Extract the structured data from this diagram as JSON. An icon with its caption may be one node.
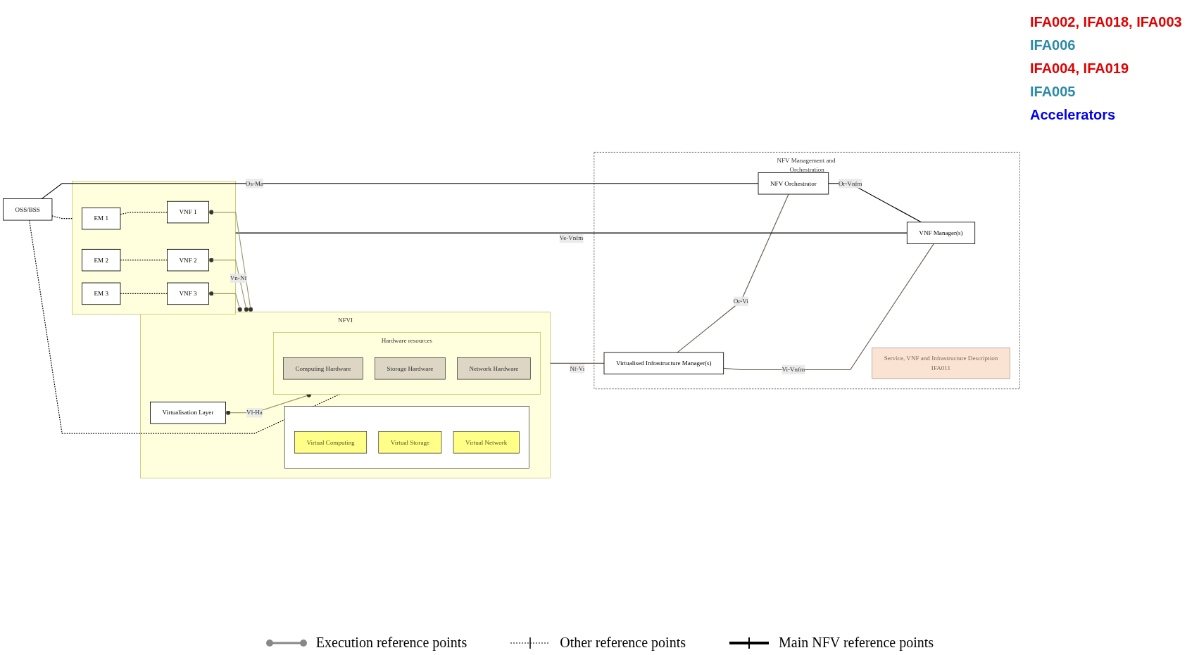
{
  "diagram": {
    "nodes": [
      {
        "text": [
          "OSS/BSS"
        ]
      },
      {
        "text": [],
        "shape": "box"
      },
      {
        "text": [
          "EM 1"
        ],
        "in": 1
      },
      {
        "text": [
          "EM 2"
        ],
        "in": 1
      },
      {
        "text": [
          "EM 3"
        ],
        "in": 1
      },
      {
        "text": [
          "VNF 1"
        ],
        "in": 1
      },
      {
        "text": [
          "VNF 2"
        ],
        "in": 1
      },
      {
        "text": [
          "VNF 3"
        ],
        "in": 1
      },
      {
        "text": [
          "NFVI"
        ]
      },
      {
        "text": [],
        "shape": "box",
        "in": 8
      },
      {
        "text": [
          "Virtual Computing"
        ],
        "in": 9
      },
      {
        "text": [
          "Virtual Storage"
        ],
        "in": 9
      },
      {
        "text": [
          "Virtual Network"
        ],
        "in": 9
      },
      {
        "text": [
          "Virtualisation Layer"
        ],
        "in": 8
      },
      {
        "text": [
          "Hardware resources"
        ],
        "in": 8
      },
      {
        "text": [
          "Computing Hardware"
        ],
        "in": 14
      },
      {
        "text": [
          "Storage Hardware"
        ],
        "in": 14
      },
      {
        "text": [
          "Network Hardware"
        ],
        "in": 14
      },
      {
        "text": [
          "NFV Management and Orchestration"
        ]
      },
      {
        "text": [
          "NFV Orchestrator"
        ],
        "in": 18
      },
      {
        "text": [
          "VNF Manager(s)"
        ],
        "in": 18
      },
      {
        "text": [
          "Service, VNF and Infrastructure Description",
          "IFA011"
        ],
        "in": 18
      },
      {
        "text": [
          "Virtualised Infrastructure Manager(s)"
        ],
        "in": 18
      }
    ],
    "edges": [
      {
        "from": 0,
        "to": 19,
        "arrow": "none",
        "label": "Os-Ma"
      },
      {
        "from": 0,
        "to": 1,
        "arrow": "none",
        "style": "dashed"
      },
      {
        "from": 0,
        "to": 14,
        "arrow": "none",
        "style": "dashed"
      },
      {
        "from": 2,
        "to": 5,
        "arrow": "none",
        "style": "dashed"
      },
      {
        "from": 3,
        "to": 6,
        "arrow": "none",
        "style": "dashed"
      },
      {
        "from": 4,
        "to": 7,
        "arrow": "none",
        "style": "dashed"
      },
      {
        "from": 19,
        "to": 20,
        "arrow": "none",
        "label": "Or-Vnfm"
      },
      {
        "from": 1,
        "to": 20,
        "arrow": "none",
        "label": "Ve-Vnfm"
      },
      {
        "from": 20,
        "to": 22,
        "arrow": "none",
        "label": "Vi-Vnfm",
        "color": "#6b5d52"
      },
      {
        "from": 8,
        "to": 22,
        "arrow": "none",
        "label": "Nf-Vi",
        "color": "#6b5d52"
      },
      {
        "from": 22,
        "to": 19,
        "arrow": "none",
        "label": "Or-Vi",
        "color": "#6b5d52"
      },
      {
        "from": 5,
        "to": 8,
        "arrow": "other",
        "color": "#9a9a6a"
      },
      {
        "from": 6,
        "to": 8,
        "arrow": "other",
        "label": "Vn-Nf",
        "color": "#9a9a6a"
      },
      {
        "from": 7,
        "to": 8,
        "arrow": "other",
        "color": "#9a9a6a"
      },
      {
        "from": 13,
        "to": 14,
        "arrow": "other",
        "label": "Vl-Ha",
        "color": "#9a9a6a"
      }
    ],
    "labels": [
      "IFA002, IFA018, IFA003",
      "IFA006",
      "IFA004, IFA019",
      "IFA005",
      "Accelerators"
    ],
    "legend": [
      {
        "text": "Execution reference points"
      },
      {
        "text": "Other reference points"
      },
      {
        "text": "Main NFV reference points"
      }
    ]
  }
}
